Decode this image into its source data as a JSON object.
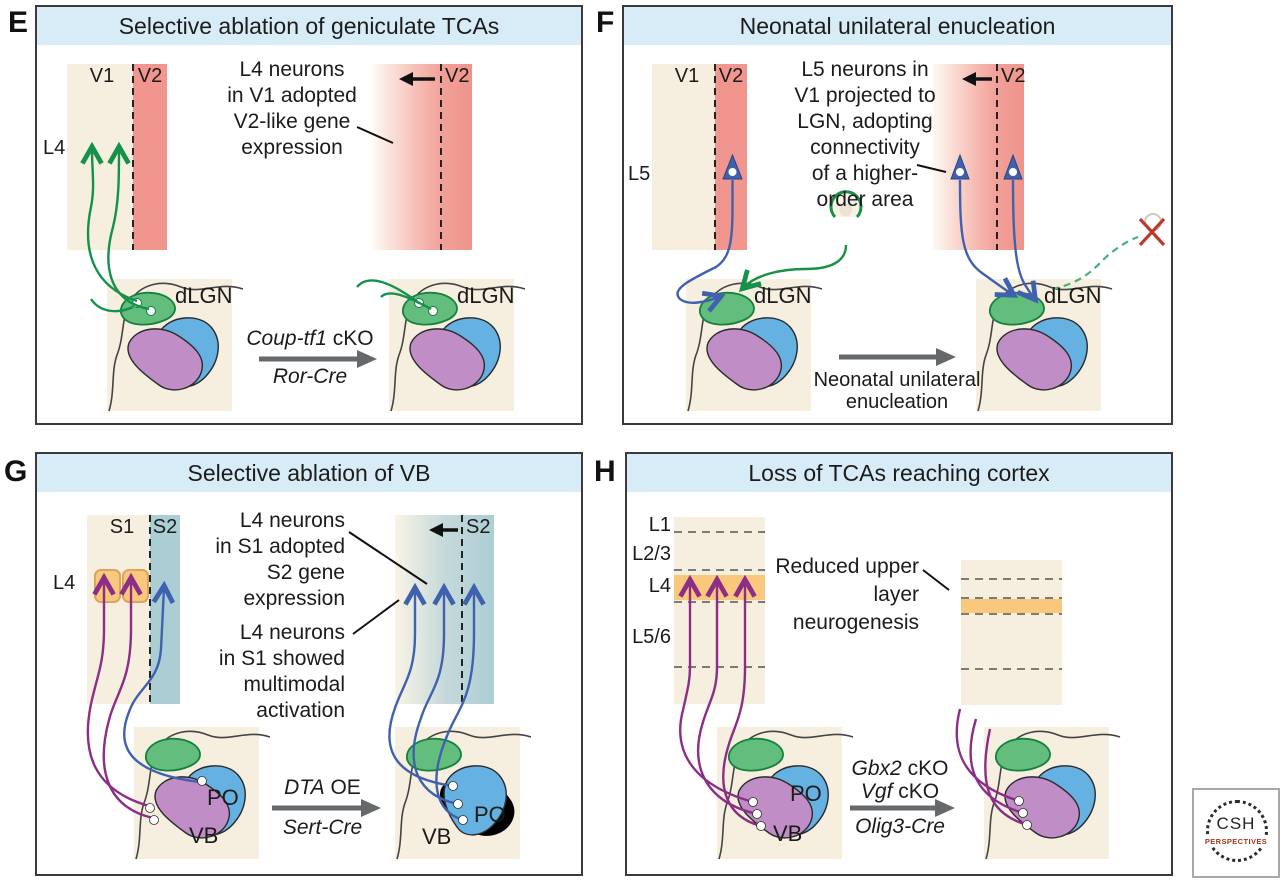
{
  "panel_e": {
    "letter": "E",
    "title": "Selective ablation of geniculate TCAs",
    "v1": "V1",
    "v2": "V2",
    "l4": "L4",
    "annotation": [
      "L4 neurons",
      "in V1 adopted",
      "V2-like gene",
      "expression"
    ],
    "v2_right": "V2",
    "dlgn_left": "dLGN",
    "dlgn_right": "dLGN",
    "cko": {
      "gene": "Coup-tf1",
      "suffix": " cKO"
    },
    "cre": "Ror-Cre"
  },
  "panel_f": {
    "letter": "F",
    "title": "Neonatal unilateral enucleation",
    "v1": "V1",
    "v2": "V2",
    "l5": "L5",
    "annotation": [
      "L5 neurons in",
      "V1 projected to",
      "LGN, adopting",
      "connectivity",
      "of a higher-",
      "order area"
    ],
    "v2_right": "V2",
    "dlgn_left": "dLGN",
    "dlgn_right": "dLGN",
    "arrow_label": [
      "Neonatal unilateral",
      "enucleation"
    ]
  },
  "panel_g": {
    "letter": "G",
    "title": "Selective ablation of VB",
    "s1": "S1",
    "s2": "S2",
    "l4": "L4",
    "annotation1": [
      "L4 neurons",
      "in S1 adopted",
      "S2 gene",
      "expression"
    ],
    "annotation2": [
      "L4 neurons",
      "in S1 showed",
      "multimodal",
      "activation"
    ],
    "s2_right": "S2",
    "po_left": "PO",
    "vb_left": "VB",
    "po_right": "PO",
    "vb_right": "VB",
    "oe": {
      "gene": "DTA",
      "suffix": " OE"
    },
    "cre": "Sert-Cre"
  },
  "panel_h": {
    "letter": "H",
    "title": "Loss of TCAs reaching cortex",
    "l1": "L1",
    "l23": "L2/3",
    "l4": "L4",
    "l56": "L5/6",
    "annotation": [
      "Reduced upper",
      "layer",
      "neurogenesis"
    ],
    "po": "PO",
    "vb": "VB",
    "cko1": {
      "gene": "Gbx2",
      "suffix": " cKO"
    },
    "cko2": {
      "gene": "Vgf",
      "suffix": " cKO"
    },
    "cre": "Olig3-Cre"
  },
  "logo": {
    "csh": "CSH",
    "perspectives": "PERSPECTIVES"
  },
  "palette": {
    "header_blue": "#d7ecf6",
    "cortex_cream": "#f6efdf",
    "v2_salmon": "#f0968e",
    "s2_teal": "#abced5",
    "l4_orange": "#f9c87c",
    "dlgn_green": "#63be7e",
    "thal_blue": "#64b1e2",
    "thal_purple": "#c18dc7",
    "axon_green": "#14914a",
    "axon_blue": "#3f61ae",
    "axon_purple": "#8c2d86",
    "gray_arrow": "#66696b",
    "red_x": "#c0392f"
  }
}
